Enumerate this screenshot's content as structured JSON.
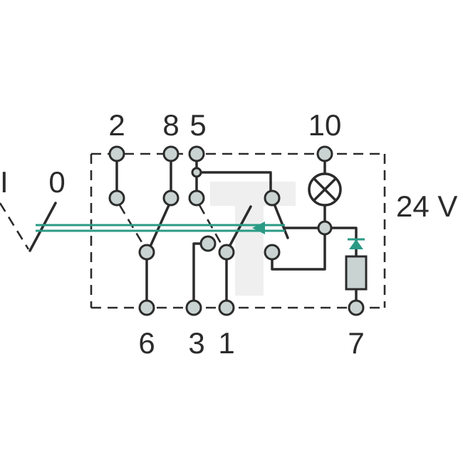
{
  "diagram": {
    "terminals_top": [
      "2",
      "8",
      "5",
      "10"
    ],
    "terminals_bottom": [
      "6",
      "3",
      "1",
      "7"
    ],
    "switch_positions": [
      "I",
      "0"
    ],
    "voltage": "24 V"
  },
  "colors": {
    "line": "#2b2b2b",
    "terminal_fill": "#c9d3d1",
    "actuator": "#2a9a85",
    "watermark": "#eeeeee"
  }
}
